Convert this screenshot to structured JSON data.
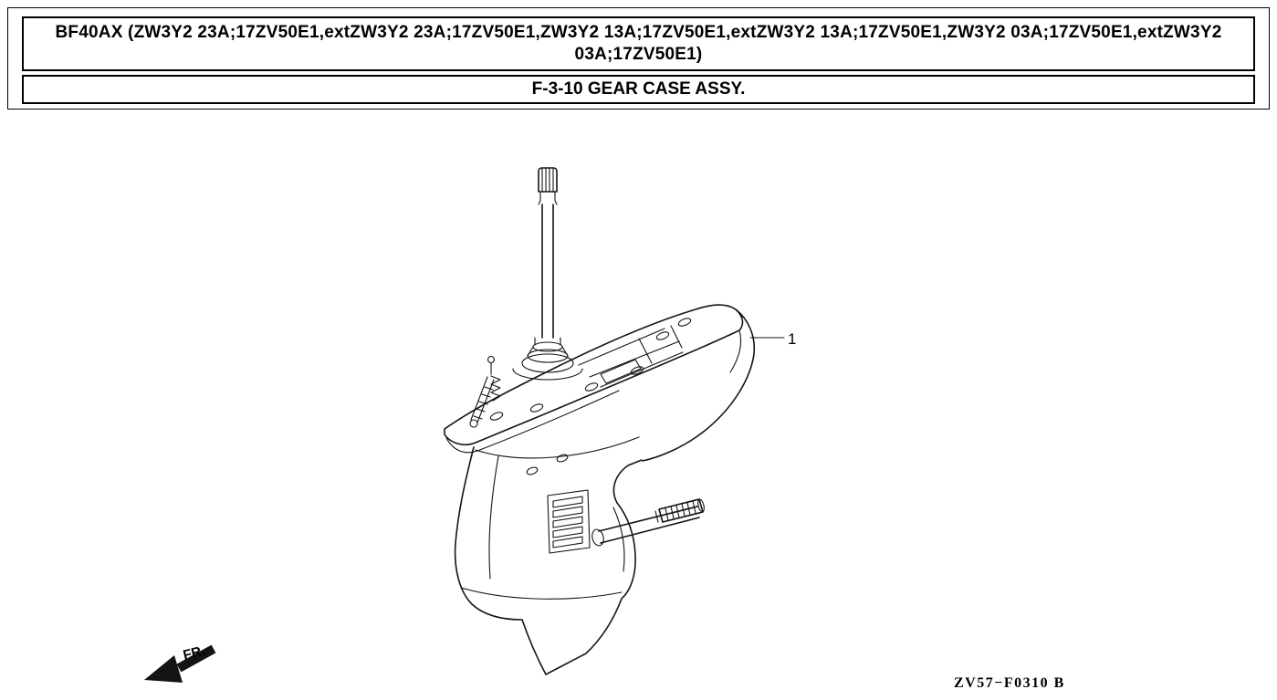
{
  "page": {
    "background": "#ffffff",
    "line_color": "#141414"
  },
  "header": {
    "model_line": "BF40AX (ZW3Y2 23A;17ZV50E1,extZW3Y2 23A;17ZV50E1,ZW3Y2 13A;17ZV50E1,extZW3Y2 13A;17ZV50E1,ZW3Y2 03A;17ZV50E1,extZW3Y2 03A;17ZV50E1)",
    "section_title": "F-3-10 GEAR CASE ASSY."
  },
  "diagram": {
    "part_label": "1",
    "front_marker": "FR.",
    "drawing_code": "ZV57−F0310 B"
  }
}
